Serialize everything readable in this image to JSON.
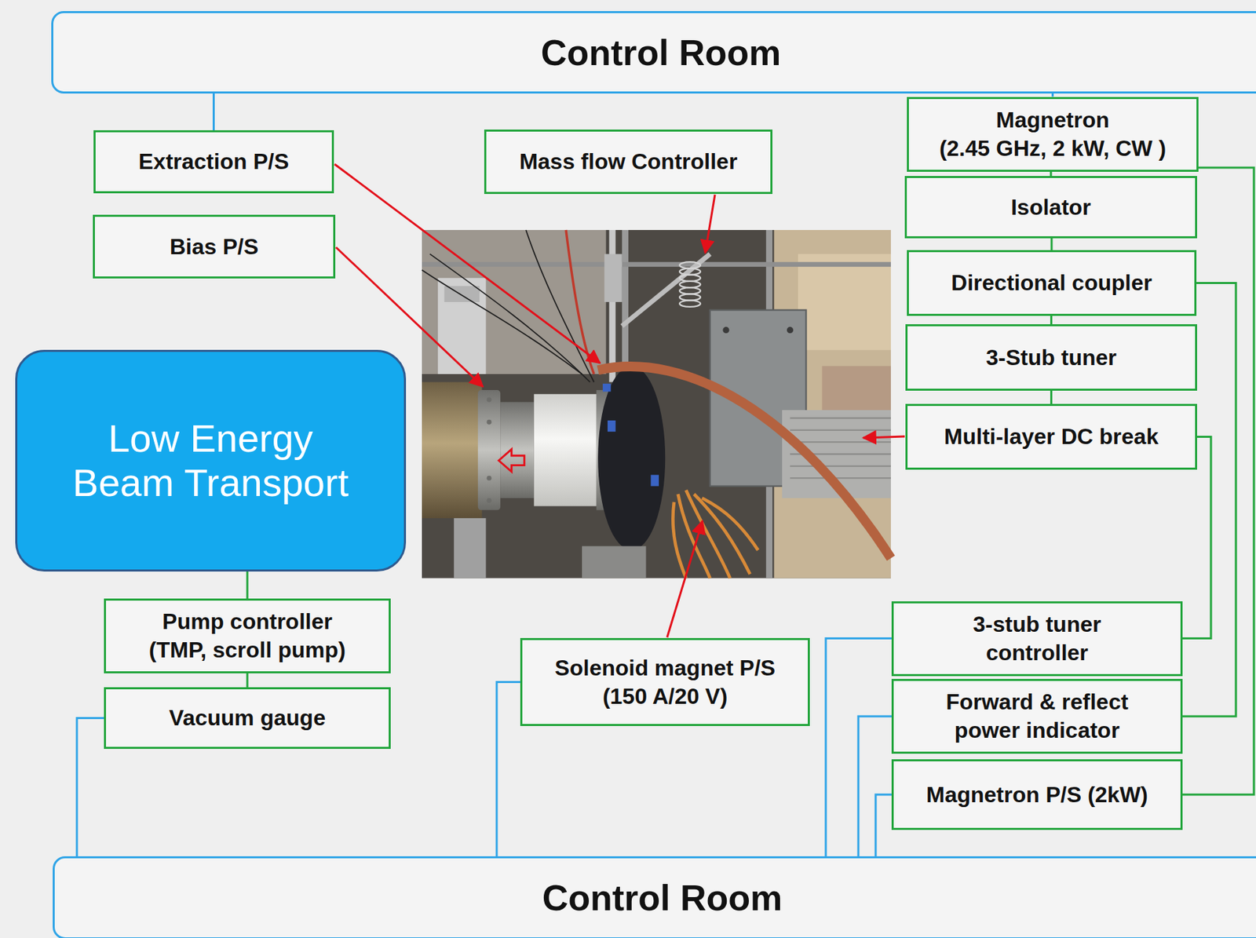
{
  "diagram": {
    "nodes": [
      {
        "text": [
          "Control Room"
        ]
      },
      {
        "text": [
          "Extraction P/S"
        ]
      },
      {
        "text": [
          "Mass flow Controller"
        ]
      },
      {
        "text": [
          "Magnetron (2.45 GHz, 2 kW, CW )"
        ]
      },
      {
        "text": [
          "Bias P/S"
        ]
      },
      {
        "text": [
          "Isolator"
        ]
      },
      {
        "text": [
          "Directional coupler"
        ]
      },
      {
        "text": [
          "3-Stub tuner"
        ]
      },
      {
        "text": [
          "Low Energy Beam Transport"
        ]
      },
      {
        "text": [
          "Multi-layer DC break"
        ]
      },
      {
        "text": [
          "Pump controller (TMP, scroll pump)"
        ]
      },
      {
        "text": [
          "3-stub tuner controller"
        ]
      },
      {
        "text": [
          "Solenoid magnet P/S (150 A/20 V)"
        ]
      },
      {
        "text": [
          "Vacuum gauge"
        ]
      },
      {
        "text": [
          "Forward & reflect power indicator"
        ]
      },
      {
        "text": [
          "Magnetron P/S (2kW)"
        ]
      },
      {
        "text": [
          "Control Room"
        ]
      }
    ],
    "edges": [
      {
        "from": 0,
        "to": 1,
        "arrow": "none"
      },
      {
        "from": 0,
        "to": 3,
        "arrow": "none"
      },
      {
        "from": 3,
        "to": 5,
        "arrow": "none"
      },
      {
        "from": 5,
        "to": 6,
        "arrow": "none"
      },
      {
        "from": 6,
        "to": 7,
        "arrow": "none"
      },
      {
        "from": 7,
        "to": 9,
        "arrow": "none"
      },
      {
        "from": 3,
        "to": 15,
        "arrow": "none"
      },
      {
        "from": 6,
        "to": 14,
        "arrow": "none"
      },
      {
        "from": 9,
        "to": 11,
        "arrow": "none"
      },
      {
        "from": 8,
        "to": 10,
        "arrow": "none"
      },
      {
        "from": 10,
        "to": 13,
        "arrow": "none"
      },
      {
        "from": 13,
        "to": 16,
        "arrow": "none"
      },
      {
        "from": 12,
        "to": 16,
        "arrow": "none"
      },
      {
        "from": 11,
        "to": 16,
        "arrow": "none"
      },
      {
        "from": 14,
        "to": 16,
        "arrow": "none"
      },
      {
        "from": 15,
        "to": 16,
        "arrow": "none"
      }
    ]
  }
}
